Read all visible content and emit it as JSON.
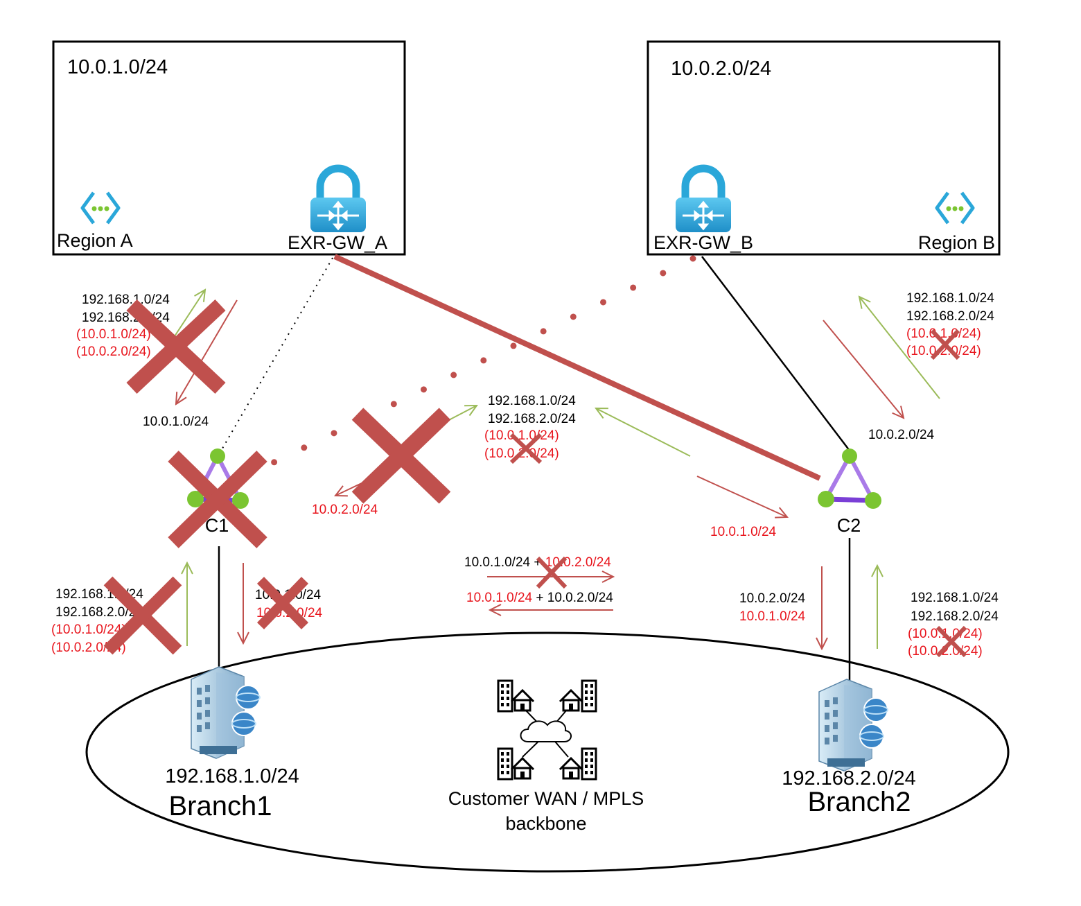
{
  "colors": {
    "link_red": "#c0504d",
    "arrow_green": "#9bbb59",
    "adv_red": "#e8141c",
    "purple": "#a97ae8",
    "purple_dark": "#7a3fd6",
    "node_green": "#7bc531",
    "gateway_blue": "#2aa7d9"
  },
  "regions": {
    "a": {
      "subnet": "10.0.1.0/24",
      "name": "Region A",
      "gateway": "EXR-GW_A",
      "icon": "vnet-icon"
    },
    "b": {
      "subnet": "10.0.2.0/24",
      "name": "Region B",
      "gateway": "EXR-GW_B",
      "icon": "vnet-icon"
    }
  },
  "circuits": {
    "c1": "C1",
    "c2": "C2"
  },
  "labels": {
    "gw_a_to_c1": {
      "up": [
        "192.168.1.0/24",
        "192.168.2.0/24"
      ],
      "up_red": [
        "(10.0.1.0/24)",
        "(10.0.2.0/24)"
      ],
      "down": "10.0.1.0/24"
    },
    "gw_b_to_c2": {
      "up": [
        "192.168.1.0/24",
        "192.168.2.0/24"
      ],
      "up_red": [
        "(10.0.1.0/24)",
        "(10.0.2.0/24)"
      ],
      "down": "10.0.2.0/24"
    },
    "cross_c1": {
      "up": [
        "192.168.1.0/24",
        "192.168.2.0/24"
      ],
      "up_red": [
        "(10.0.1.0/24)",
        "(10.0.2.0/24)"
      ],
      "down_red": "10.0.2.0/24"
    },
    "cross_c2_down_red": "10.0.1.0/24",
    "c1_branch": {
      "up": [
        "192.168.1.0/24",
        "192.168.2.0/24"
      ],
      "up_red": [
        "(10.0.1.0/24)",
        "(10.0.2.0/24)"
      ],
      "down": "10.0.1.0/24",
      "down_red": "10.0.2.0/24"
    },
    "c2_branch": {
      "down": "10.0.2.0/24",
      "down_red": "10.0.1.0/24",
      "up": [
        "192.168.1.0/24",
        "192.168.2.0/24"
      ],
      "up_red": [
        "(10.0.1.0/24)",
        "(10.0.2.0/24)"
      ]
    },
    "wan": {
      "right_a": "10.0.1.0/24",
      "plus": "+",
      "right_b_red": "10.0.2.0/24",
      "left_a_red": "10.0.1.0/24",
      "left_b": "+ 10.0.2.0/24"
    }
  },
  "branches": {
    "b1": {
      "subnet": "192.168.1.0/24",
      "name": "Branch1",
      "icon": "server-icon"
    },
    "b2": {
      "subnet": "192.168.2.0/24",
      "name": "Branch2",
      "icon": "server-icon"
    }
  },
  "wan_cloud": {
    "line1": "Customer WAN / MPLS",
    "line2": "backbone",
    "icon": "wan-cloud-icon"
  }
}
